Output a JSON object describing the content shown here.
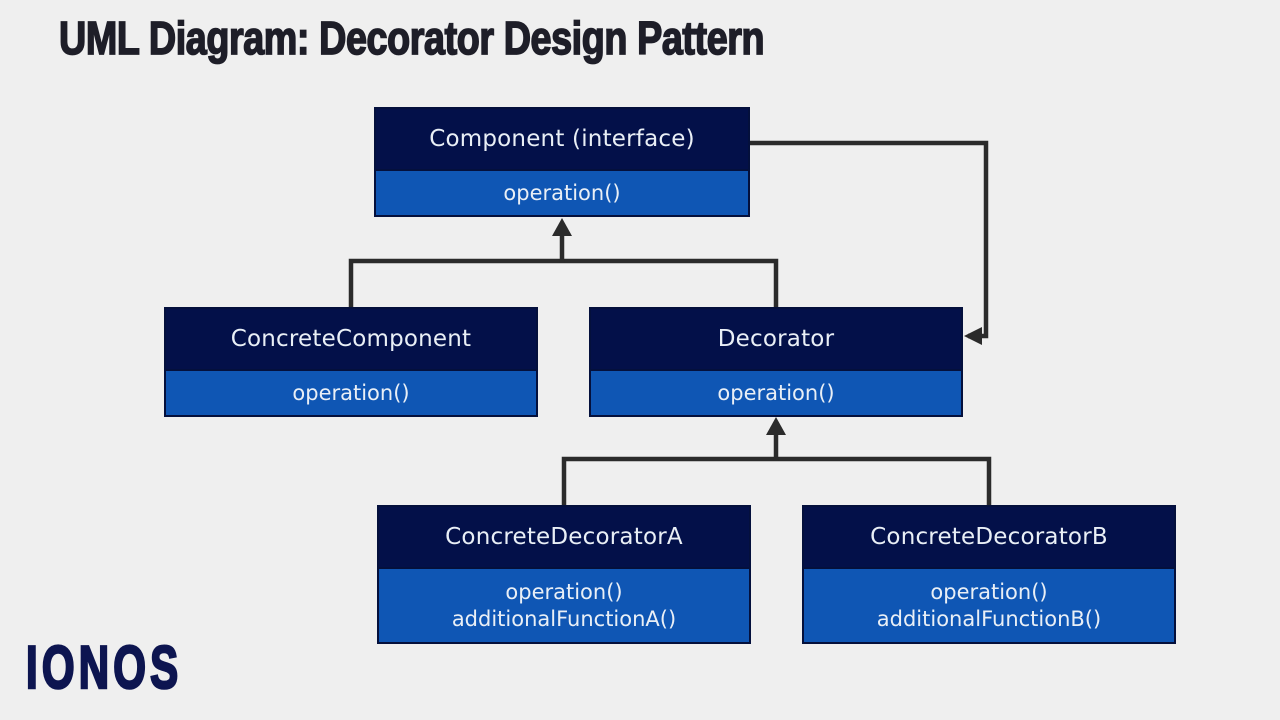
{
  "page": {
    "title": "UML Diagram: Decorator Design Pattern"
  },
  "brand": {
    "logo_text": "IONOS"
  },
  "colors": {
    "background": "#EFEFEF",
    "title_text": "#1E1E28",
    "class_header": "#031049",
    "class_body": "#0F56B4",
    "class_border": "#04103C",
    "class_text": "#E9EFF6",
    "connector": "#2B2B2B",
    "logo_text": "#0D1550"
  },
  "diagram": {
    "classes": [
      {
        "id": "component",
        "title": "Component (interface)",
        "methods": [
          "operation()"
        ]
      },
      {
        "id": "concrete-component",
        "title": "ConcreteComponent",
        "methods": [
          "operation()"
        ]
      },
      {
        "id": "decorator",
        "title": "Decorator",
        "methods": [
          "operation()"
        ]
      },
      {
        "id": "concrete-decorator-a",
        "title": "ConcreteDecoratorA",
        "methods": [
          "operation()",
          "additionalFunctionA()"
        ]
      },
      {
        "id": "concrete-decorator-b",
        "title": "ConcreteDecoratorB",
        "methods": [
          "operation()",
          "additionalFunctionB()"
        ]
      }
    ],
    "relations": [
      {
        "from": "ConcreteComponent",
        "to": "Component (interface)",
        "type": "generalization"
      },
      {
        "from": "Decorator",
        "to": "Component (interface)",
        "type": "generalization"
      },
      {
        "from": "ConcreteDecoratorA",
        "to": "Decorator",
        "type": "generalization"
      },
      {
        "from": "ConcreteDecoratorB",
        "to": "Decorator",
        "type": "generalization"
      },
      {
        "from": "Decorator",
        "to": "Component (interface)",
        "type": "association"
      }
    ]
  }
}
